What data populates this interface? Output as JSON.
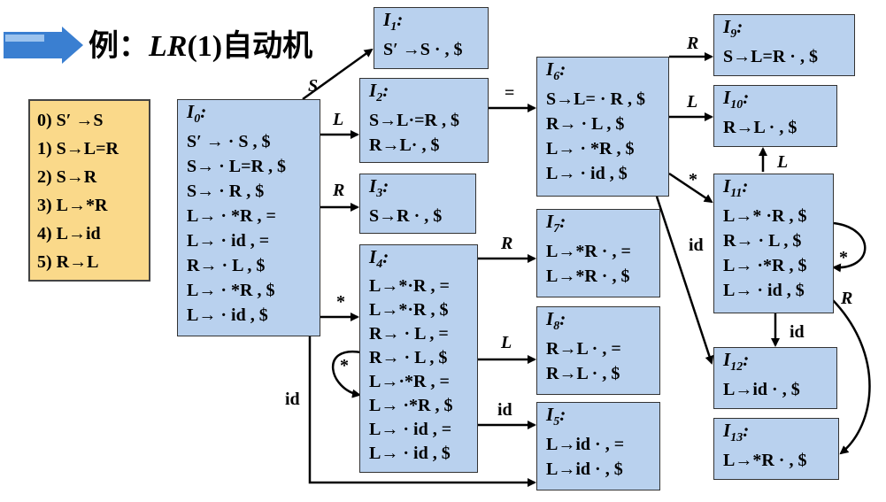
{
  "title": {
    "prefix": "例：",
    "lr": "LR",
    "one": "(1)",
    "suffix": "自动机"
  },
  "grammar": [
    "0) S′ →S",
    "1) S→L=R",
    "2) S→R",
    "3) L→*R",
    "4) L→id",
    "5) R→L"
  ],
  "states": {
    "I0": {
      "num": "0",
      "items": [
        "S′ → · S , $",
        "S→ · L=R , $",
        "S→ · R , $",
        "L→ · *R , =",
        "L→ · id , =",
        "R→ · L , $",
        "L→ · *R , $",
        "L→ · id , $"
      ]
    },
    "I1": {
      "num": "1",
      "items": [
        "S′ →S · , $"
      ]
    },
    "I2": {
      "num": "2",
      "items": [
        "S→L·=R , $",
        "R→L· , $"
      ]
    },
    "I3": {
      "num": "3",
      "items": [
        "S→R · , $"
      ]
    },
    "I4": {
      "num": "4",
      "items": [
        "L→*·R , =",
        "L→*·R , $",
        "R→ · L , =",
        "R→ · L , $",
        "L→·*R , =",
        "L→ ·*R , $",
        "L→ · id , =",
        "L→ · id , $"
      ]
    },
    "I5": {
      "num": "5",
      "items": [
        "L→id · , =",
        "L→id · , $"
      ]
    },
    "I6": {
      "num": "6",
      "items": [
        "S→L= · R , $",
        "R→ · L , $",
        "L→ · *R , $",
        "L→ · id , $"
      ]
    },
    "I7": {
      "num": "7",
      "items": [
        "L→*R · , =",
        "L→*R · , $"
      ]
    },
    "I8": {
      "num": "8",
      "items": [
        "R→L · , =",
        "R→L · , $"
      ]
    },
    "I9": {
      "num": "9",
      "items": [
        "S→L=R · , $"
      ]
    },
    "I10": {
      "num": "10",
      "items": [
        "R→L · , $"
      ]
    },
    "I11": {
      "num": "11",
      "items": [
        "L→* ·R , $",
        "R→ · L , $",
        "L→ ·*R , $",
        "L→ · id , $"
      ]
    },
    "I12": {
      "num": "12",
      "items": [
        "L→id · , $"
      ]
    },
    "I13": {
      "num": "13",
      "items": [
        "L→*R · , $"
      ]
    }
  },
  "edge_labels": {
    "S": "S",
    "L": "L",
    "R": "R",
    "star": "*",
    "eq": "=",
    "id": "id"
  },
  "colors": {
    "state_fill": "#b9d1ee",
    "grammar_fill": "#fad98a",
    "banner": "#3a7fd1"
  }
}
